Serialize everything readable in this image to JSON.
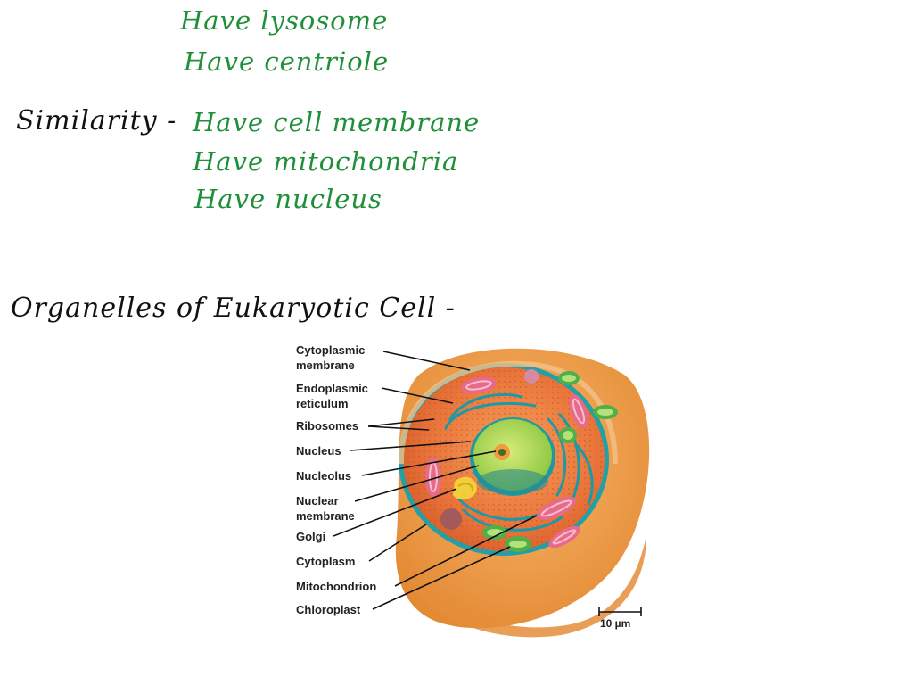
{
  "notes": {
    "top_lines": [
      "Have lysosome",
      "Have centriole"
    ],
    "similarity_heading": "Similarity -",
    "similarity_items": [
      "Have cell membrane",
      "Have mitochondria",
      "Have nucleus"
    ],
    "organelles_heading": "Organelles of Eukaryotic Cell -"
  },
  "diagram": {
    "labels": [
      "Cytoplasmic membrane",
      "Endoplasmic reticulum",
      "Ribosomes",
      "Nucleus",
      "Nucleolus",
      "Nuclear membrane",
      "Golgi",
      "Cytoplasm",
      "Mitochondrion",
      "Chloroplast"
    ],
    "scale_bar": "10 µm"
  }
}
